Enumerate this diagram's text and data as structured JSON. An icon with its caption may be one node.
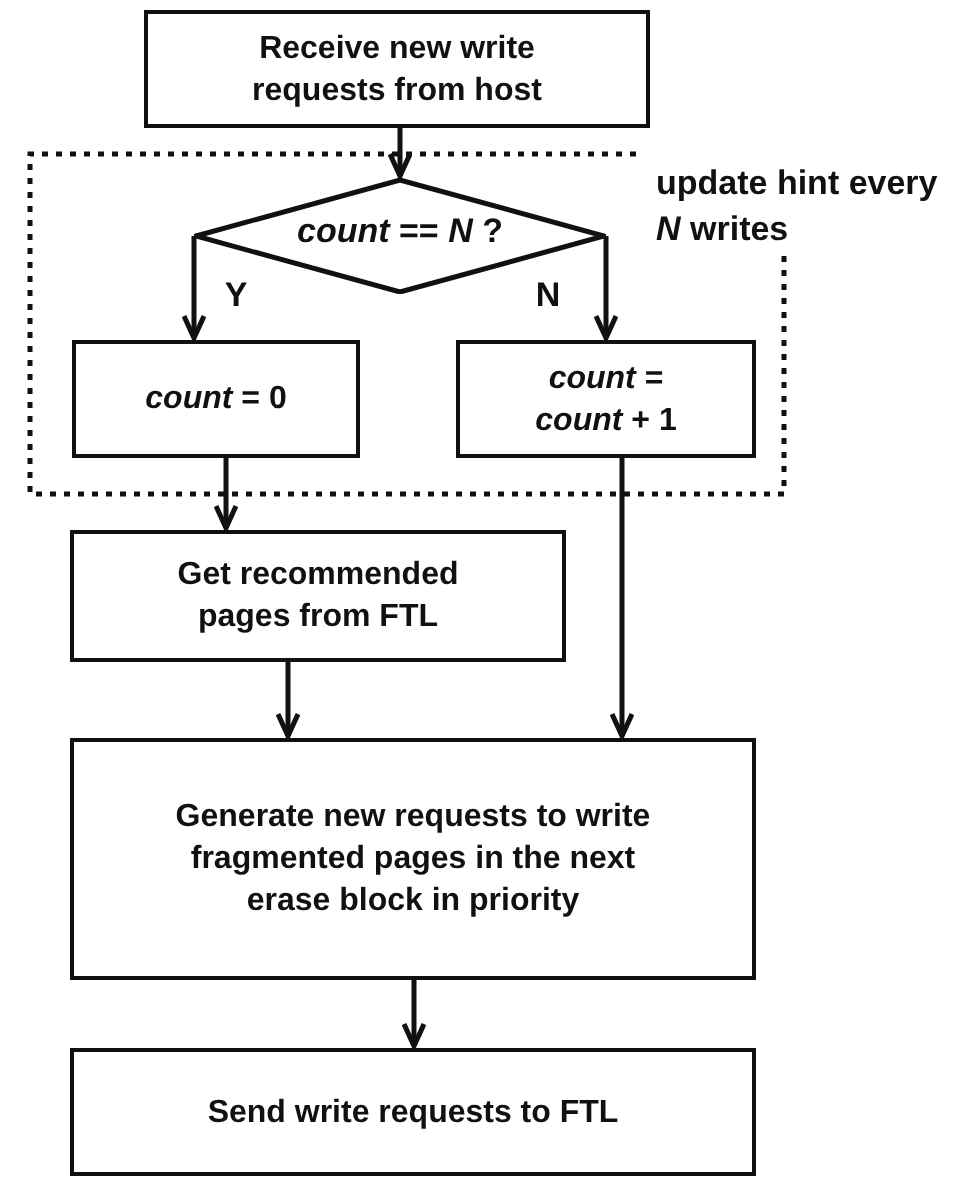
{
  "diagram": {
    "nodes": [
      {
        "text": [
          "Receive new write requests from host"
        ]
      },
      {
        "text": [
          "update hint every *N* writes"
        ]
      },
      {
        "text": [
          "*count* == *N* ?"
        ],
        "in": 1
      },
      {
        "text": [
          "*count* = 0"
        ],
        "in": 1
      },
      {
        "text": [
          "*count* = *count* + 1"
        ],
        "in": 1
      },
      {
        "text": [
          "Get recommended pages from FTL"
        ]
      },
      {
        "text": [
          "Generate new requests to write fragmented pages in the next erase block in priority"
        ]
      },
      {
        "text": [
          "Send write requests to FTL"
        ]
      }
    ],
    "edges": [
      {
        "from": 0,
        "to": 2,
        "arrow": "to"
      },
      {
        "from": 2,
        "to": 3,
        "arrow": "to",
        "label": "Y"
      },
      {
        "from": 2,
        "to": 4,
        "arrow": "to",
        "label": "N"
      },
      {
        "from": 3,
        "to": 5,
        "arrow": "to"
      },
      {
        "from": 4,
        "to": 6,
        "arrow": "to"
      },
      {
        "from": 5,
        "to": 6,
        "arrow": "to"
      },
      {
        "from": 6,
        "to": 7,
        "arrow": "to"
      }
    ]
  }
}
